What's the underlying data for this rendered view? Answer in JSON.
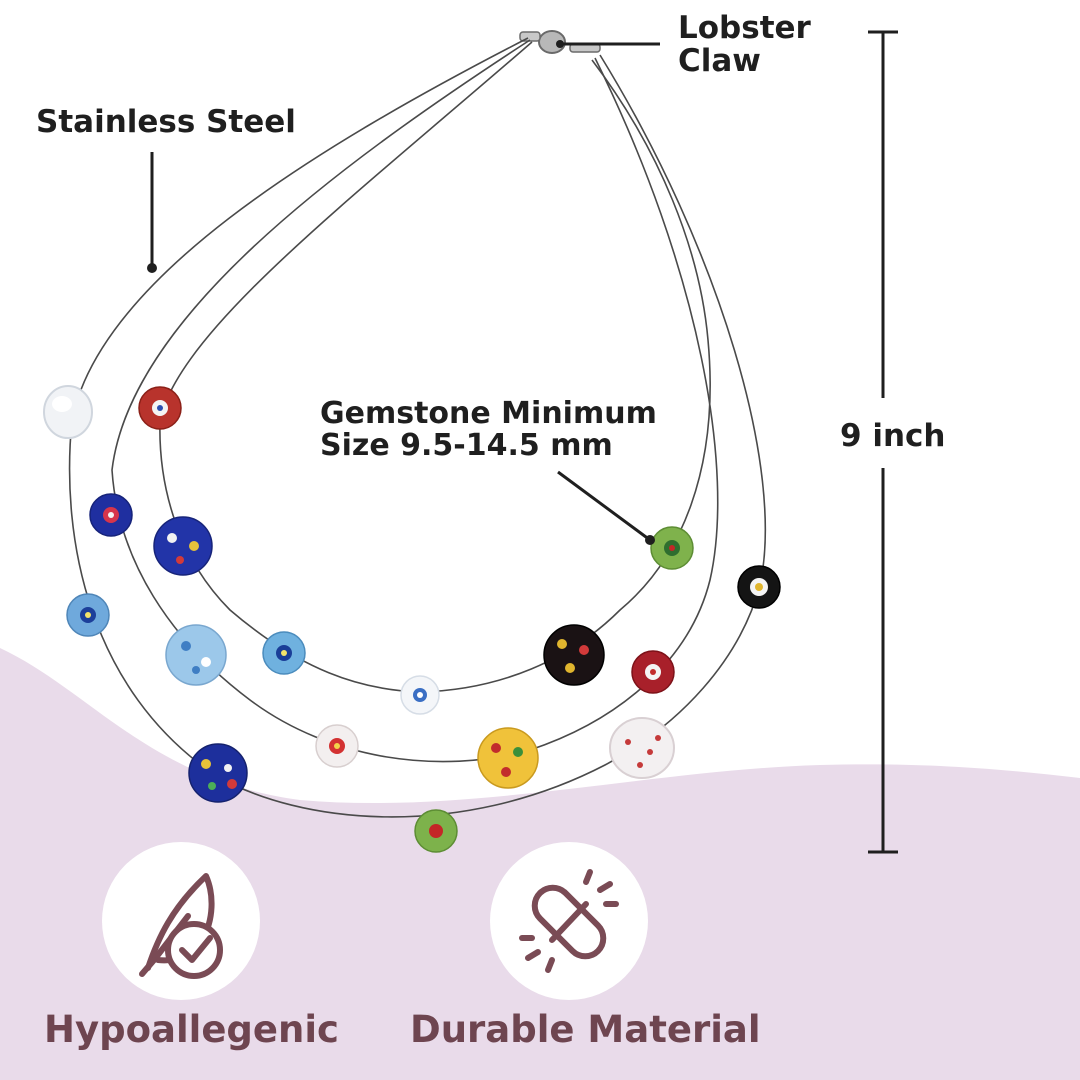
{
  "labels": {
    "stainless": "Stainless Steel",
    "lobster": [
      "Lobster",
      "Claw"
    ],
    "gemstone": [
      "Gemstone Minimum",
      "Size 9.5-14.5 mm"
    ],
    "length": "9 inch"
  },
  "features": [
    {
      "caption": "Hypoallegenic",
      "icon": "feather-check-icon"
    },
    {
      "caption": "Durable Material",
      "icon": "capsule-link-icon"
    }
  ],
  "colors": {
    "background_wave": "#e9dbea",
    "feature_text": "#6e4550",
    "icon": "#7a4b55",
    "label_text": "#1f1f1f",
    "wire": "#4a4a4a"
  }
}
